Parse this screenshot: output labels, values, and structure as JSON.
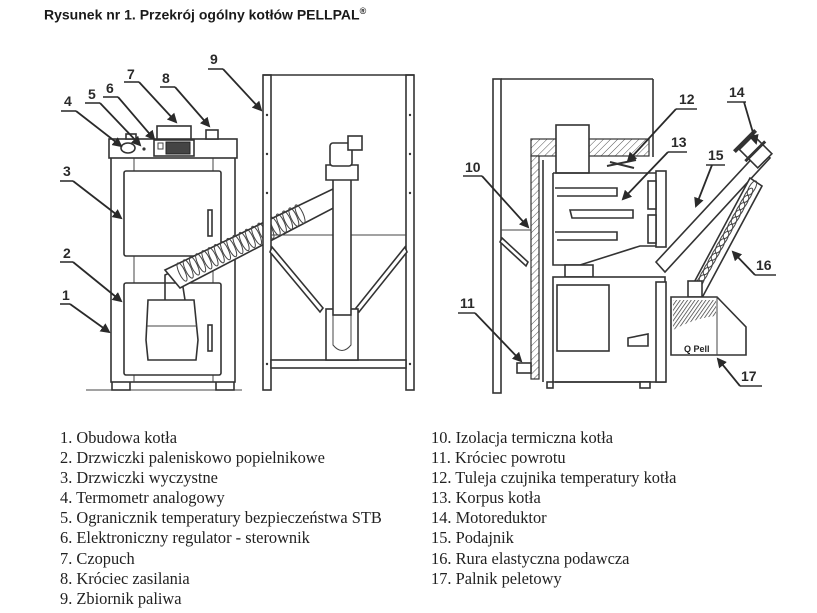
{
  "figure": {
    "title": "Rysunek nr 1. Przekrój ogólny kotłów PELLPAL",
    "title_mark": "®"
  },
  "callouts": {
    "c1": "1",
    "c2": "2",
    "c3": "3",
    "c4": "4",
    "c5": "5",
    "c6": "6",
    "c7": "7",
    "c8": "8",
    "c9": "9",
    "c10": "10",
    "c11": "11",
    "c12": "12",
    "c13": "13",
    "c14": "14",
    "c15": "15",
    "c16": "16",
    "c17": "17"
  },
  "burner_brand": "Q Pell",
  "legend": {
    "left": [
      "1. Obudowa kotła",
      "2. Drzwiczki paleniskowo popielnikowe",
      "3. Drzwiczki wyczystne",
      "4. Termometr analogowy",
      "5. Ogranicznik temperatury bezpieczeństwa STB",
      "6. Elektroniczny regulator - sterownik",
      "7. Czopuch",
      "8. Króciec zasilania",
      "9. Zbiornik paliwa"
    ],
    "right": [
      "10. Izolacja termiczna kotła",
      "11. Króciec powrotu",
      "12. Tuleja czujnika temperatury kotła",
      "13. Korpus kotła",
      "14. Motoreduktor",
      "15. Podajnik",
      "16. Rura elastyczna podawcza",
      "17. Palnik peletowy"
    ]
  }
}
